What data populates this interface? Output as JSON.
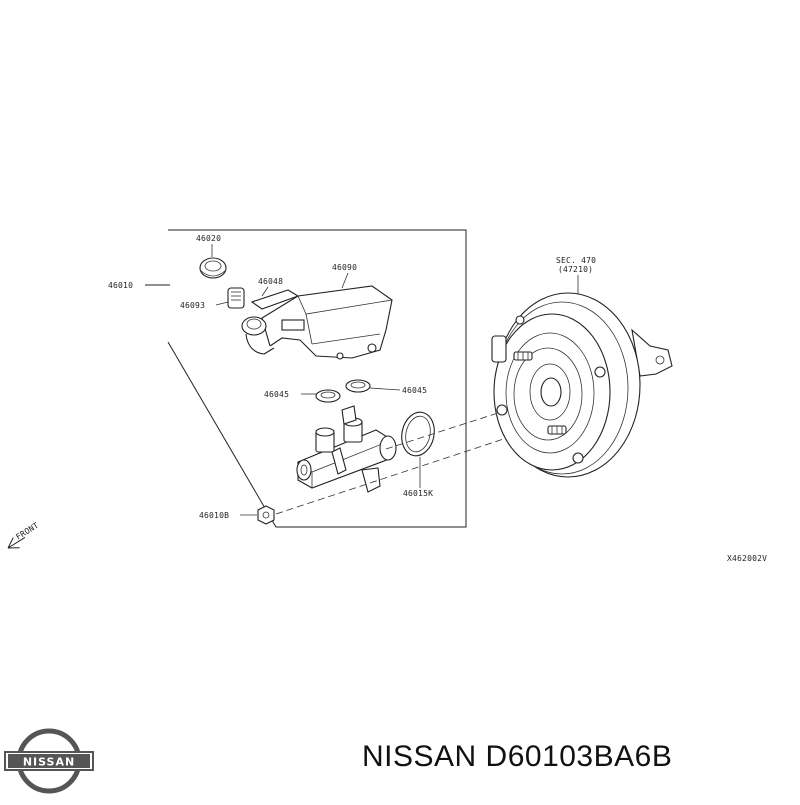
{
  "diagram": {
    "parts": {
      "assembly": "46010",
      "cap": "46020",
      "strainer": "46048",
      "reservoir": "46090",
      "grommet": "46093",
      "seal_left": "46045",
      "seal_right": "46045",
      "oring": "46015K",
      "nut": "46010B"
    },
    "booster_ref_line1": "SEC. 470",
    "booster_ref_line2": "(47210)",
    "direction_label": "FRONT",
    "diagram_code": "X462002V"
  },
  "caption": {
    "text": "NISSAN D60103BA6B"
  },
  "logo": {
    "text": "NISSAN",
    "color": "#555555"
  }
}
